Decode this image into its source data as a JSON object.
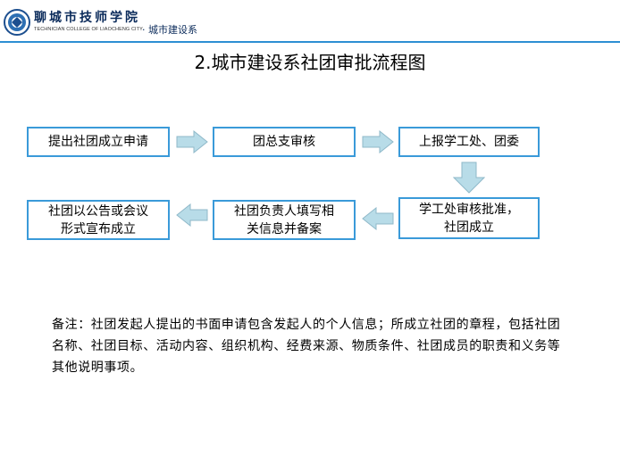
{
  "header": {
    "school_name": "聊城市技师学院",
    "school_name_en": "TECHNICIAN COLLEGE OF LIAOCHENG CITY",
    "department": "· 城市建设系"
  },
  "title": "2.城市建设系社团审批流程图",
  "flow": {
    "step1": "提出社团成立申请",
    "step2": "团总支审核",
    "step3": "上报学工处、团委",
    "step4_line1": "学工处审核批准，",
    "step4_line2": "社团成立",
    "step5_line1": "社团负责人填写相",
    "step5_line2": "关信息并备案",
    "step6_line1": "社团以公告或会议",
    "step6_line2": "形式宣布成立"
  },
  "note": "备注：社团发起人提出的书面申请包含发起人的个人信息；所成立社团的章程，包括社团名称、社团目标、活动内容、组织机构、经费来源、物质条件、社团成员的职责和义务等其他说明事项。",
  "colors": {
    "border": "#3a9ad9",
    "arrow_fill": "#b8dce8",
    "arrow_stroke": "#8fb9c9",
    "header_line": "#2d8fd3"
  }
}
